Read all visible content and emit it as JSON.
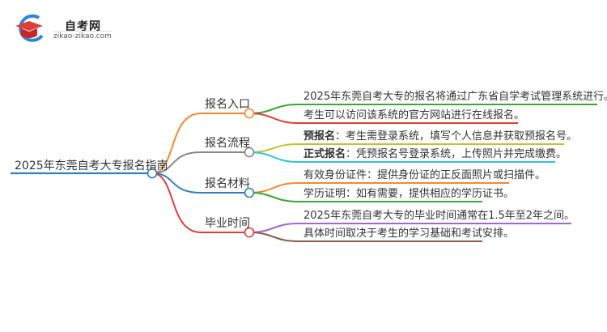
{
  "logo": {
    "title": "自考网",
    "url": "zikao-zikao.com"
  },
  "root": {
    "label": "2025年东莞自考大专报名指南",
    "color": "#2f7fc1"
  },
  "branches": [
    {
      "label": "报名入口",
      "color": "#f7882f",
      "leaves": [
        {
          "bold": "",
          "text": "2025年东莞自考大专的报名将通过广东省自学考试管理系统进行。",
          "color": "#3aa63a"
        },
        {
          "bold": "",
          "text": "考生可以访问该系统的官方网站进行在线报名。",
          "color": "#e03c3c"
        }
      ]
    },
    {
      "label": "报名流程",
      "color": "#888888",
      "leaves": [
        {
          "bold": "预报名",
          "text": "：考生需登录系统，填写个人信息并获取预报名号。",
          "color": "#c2c22a"
        },
        {
          "bold": "正式报名",
          "text": "：凭预报名号登录系统，上传照片并完成缴费。",
          "color": "#2ec4d8"
        }
      ]
    },
    {
      "label": "报名材料",
      "color": "#2f7fc1",
      "leaves": [
        {
          "bold": "",
          "text": "有效身份证件：提供身份证的正反面照片或扫描件。",
          "color": "#f7882f"
        },
        {
          "bold": "",
          "text": "学历证明：如有需要，提供相应的学历证书。",
          "color": "#3aa63a"
        }
      ]
    },
    {
      "label": "毕业时间",
      "color": "#e03c3c",
      "leaves": [
        {
          "bold": "",
          "text": "2025年东莞自考大专的毕业时间通常在1.5年至2年之间。",
          "color": "#9b6bd0"
        },
        {
          "bold": "",
          "text": "具体时间取决于考生的学习基础和考试安排。",
          "color": "#8b5a4a"
        }
      ]
    }
  ]
}
